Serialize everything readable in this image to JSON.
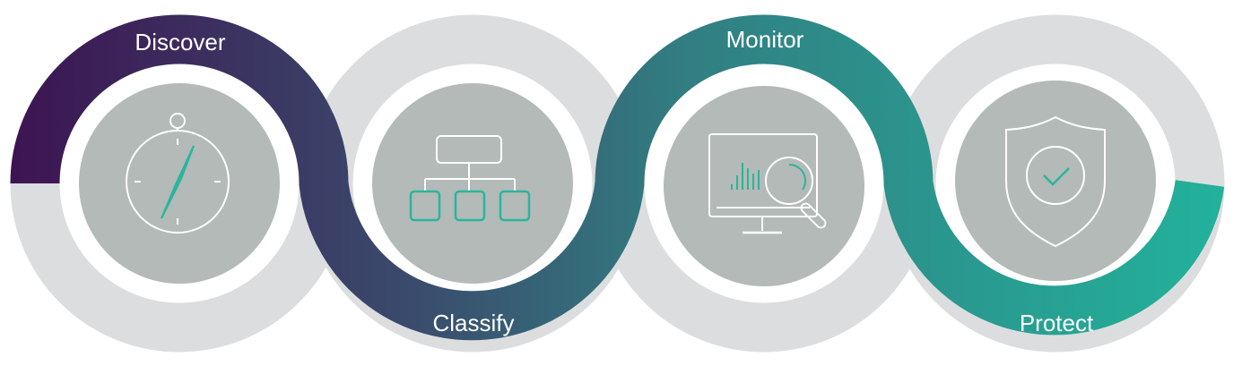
{
  "steps": [
    {
      "label": "Discover",
      "icon": "compass-icon"
    },
    {
      "label": "Classify",
      "icon": "hierarchy-icon"
    },
    {
      "label": "Monitor",
      "icon": "monitor-search-icon"
    },
    {
      "label": "Protect",
      "icon": "shield-check-icon"
    }
  ],
  "colors": {
    "gradient_start": "#3d1452",
    "gradient_mid1": "#3a4b6c",
    "gradient_mid2": "#327d81",
    "gradient_end": "#22b29b",
    "ring_gray": "#dcdddf",
    "inner_disc": "#b3bab8",
    "icon_stroke": "#ffffff",
    "icon_accent": "#2ab59c",
    "label_text": "#ffffff"
  }
}
